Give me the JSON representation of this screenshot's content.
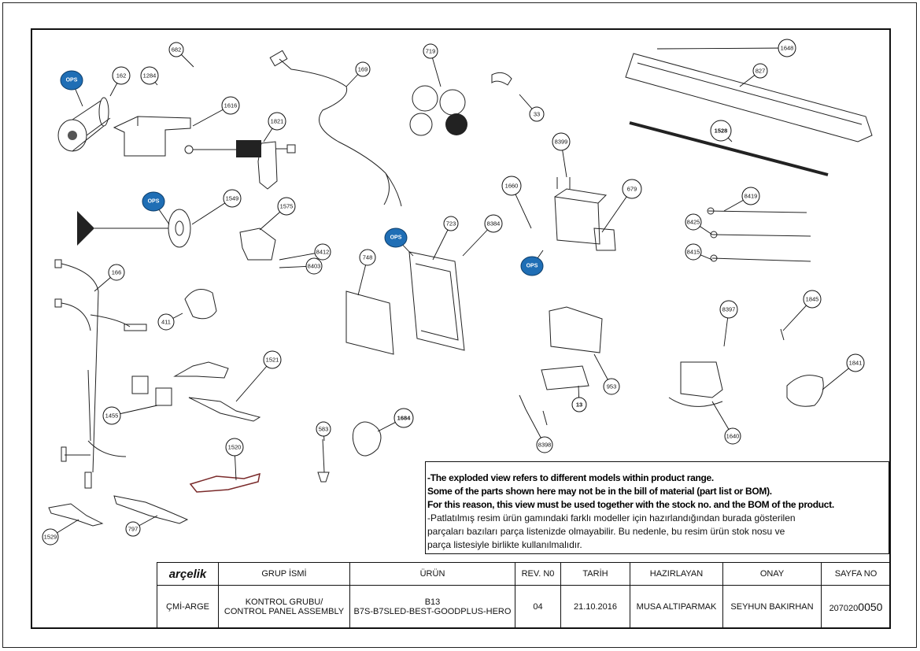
{
  "callouts": [
    "682",
    "1284",
    "162",
    "1616",
    "1821",
    "169",
    "719",
    "33",
    "1648",
    "827",
    "1528",
    "1549",
    "1575",
    "8412",
    "8403",
    "166",
    "411",
    "1521",
    "1455",
    "583",
    "1684",
    "1520",
    "1529",
    "797",
    "748",
    "723",
    "8384",
    "1660",
    "8399",
    "679",
    "8419",
    "8425",
    "8415",
    "953",
    "13",
    "8398",
    "8397",
    "1845",
    "1841",
    "1640"
  ],
  "ops_label": "OPS",
  "notes": {
    "line1": "-The exploded view refers to different models within product range.",
    "line2": "Some of the parts shown here may not be in the bill of material (part list or BOM).",
    "line3": "For this reason, this view must be used together with the stock no. and the BOM of the product.",
    "line4": "-Patlatılmış resim ürün gamındaki farklı modeller için hazırlandığından burada gösterilen",
    "line5": "parçaları bazıları parça listenizde olmayabilir. Bu nedenle, bu resim ürün stok nosu ve",
    "line6": "parça listesiyle birlikte kullanılmalıdır."
  },
  "title_block": {
    "logo": "arçelik",
    "group_header": "GRUP İSMİ",
    "product_header": "ÜRÜN",
    "rev_header": "REV. N0",
    "date_header": "TARİH",
    "prepared_header": "HAZIRLAYAN",
    "approval_header": "ONAY",
    "page_header": "SAYFA NO",
    "department": "ÇMİ-ARGE",
    "group_line1": "KONTROL GRUBU/",
    "group_line2": "CONTROL PANEL ASSEMBLY",
    "product_line1": "B13",
    "product_line2": "B7S-B7SLED-BEST-GOODPLUS-HERO",
    "rev": "04",
    "date": "21.10.2016",
    "prepared_by": "MUSA ALTIPARMAK",
    "approved_by": "SEYHUN BAKIRHAN",
    "page_prefix": "207020",
    "page_suffix": "0050"
  },
  "colors": {
    "ops_blue": "#1f6eb5",
    "line": "#111111",
    "background": "#ffffff"
  }
}
